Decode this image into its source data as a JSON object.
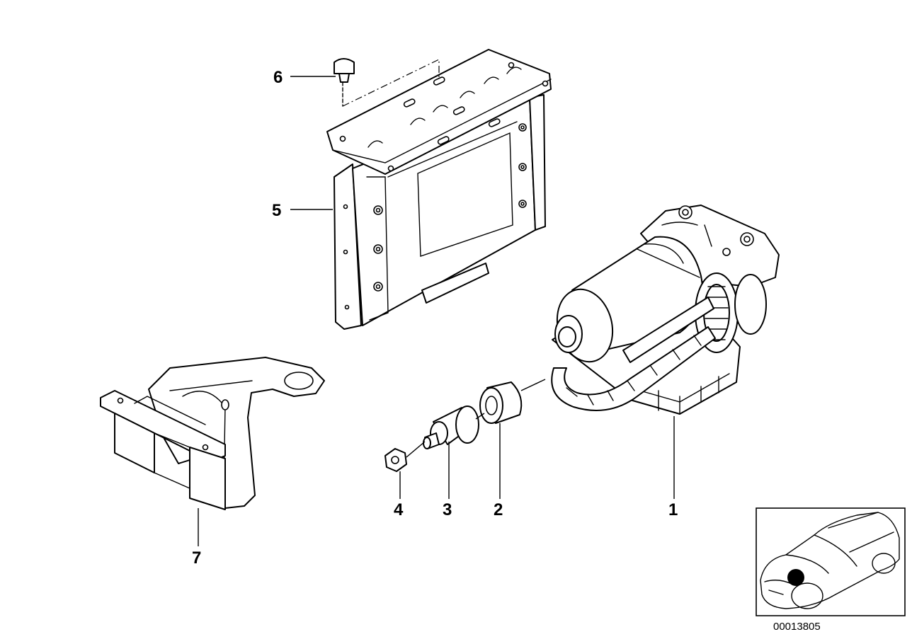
{
  "callouts": {
    "c1": "1",
    "c2": "2",
    "c3": "3",
    "c4": "4",
    "c5": "5",
    "c6": "6",
    "c7": "7"
  },
  "reference_number": "00013805",
  "colors": {
    "line": "#000000",
    "background": "#ffffff",
    "location_marker": "#000000"
  },
  "icons": {
    "locator": "car-location-icon"
  }
}
